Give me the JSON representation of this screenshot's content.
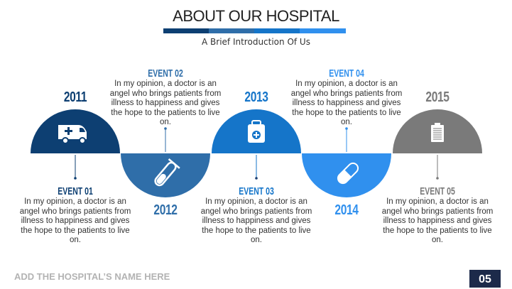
{
  "header": {
    "title": "ABOUT OUR HOSPITAL",
    "subtitle": "A Brief Introduction Of Us",
    "bar_colors": [
      "#0d3f72",
      "#2f6ea9",
      "#1575c9",
      "#3090ee"
    ]
  },
  "timeline": [
    {
      "year": "2011",
      "event": "EVENT 01",
      "text": "In my opinion, a doctor is an angel who brings patients from illness to happiness and gives the hope to the patients to live on.",
      "color": "#0d3f72",
      "icon": "ambulance-icon"
    },
    {
      "year": "2012",
      "event": "EVENT 02",
      "text": "In my opinion, a doctor is an angel who brings patients from illness to happiness and gives the hope to the patients to live on.",
      "color": "#2f6ea9",
      "icon": "test-tube-icon"
    },
    {
      "year": "2013",
      "event": "EVENT 03",
      "text": "In my opinion, a doctor is an angel who brings patients from illness to happiness and gives the hope to the patients to live on.",
      "color": "#1575c9",
      "icon": "first-aid-kit-icon"
    },
    {
      "year": "2014",
      "event": "EVENT 04",
      "text": "In my opinion, a doctor is an angel who brings patients from illness to happiness and gives the hope to the patients to live on.",
      "color": "#3090ee",
      "icon": "pill-icon"
    },
    {
      "year": "2015",
      "event": "EVENT 05",
      "text": "In my opinion, a doctor is an angel who brings patients from illness to happiness and gives the hope to the patients to live on.",
      "color": "#7a7a7a",
      "icon": "clipboard-icon"
    }
  ],
  "footer": {
    "hospital_name": "ADD THE HOSPITAL’S  NAME HERE",
    "page_number": "05"
  }
}
